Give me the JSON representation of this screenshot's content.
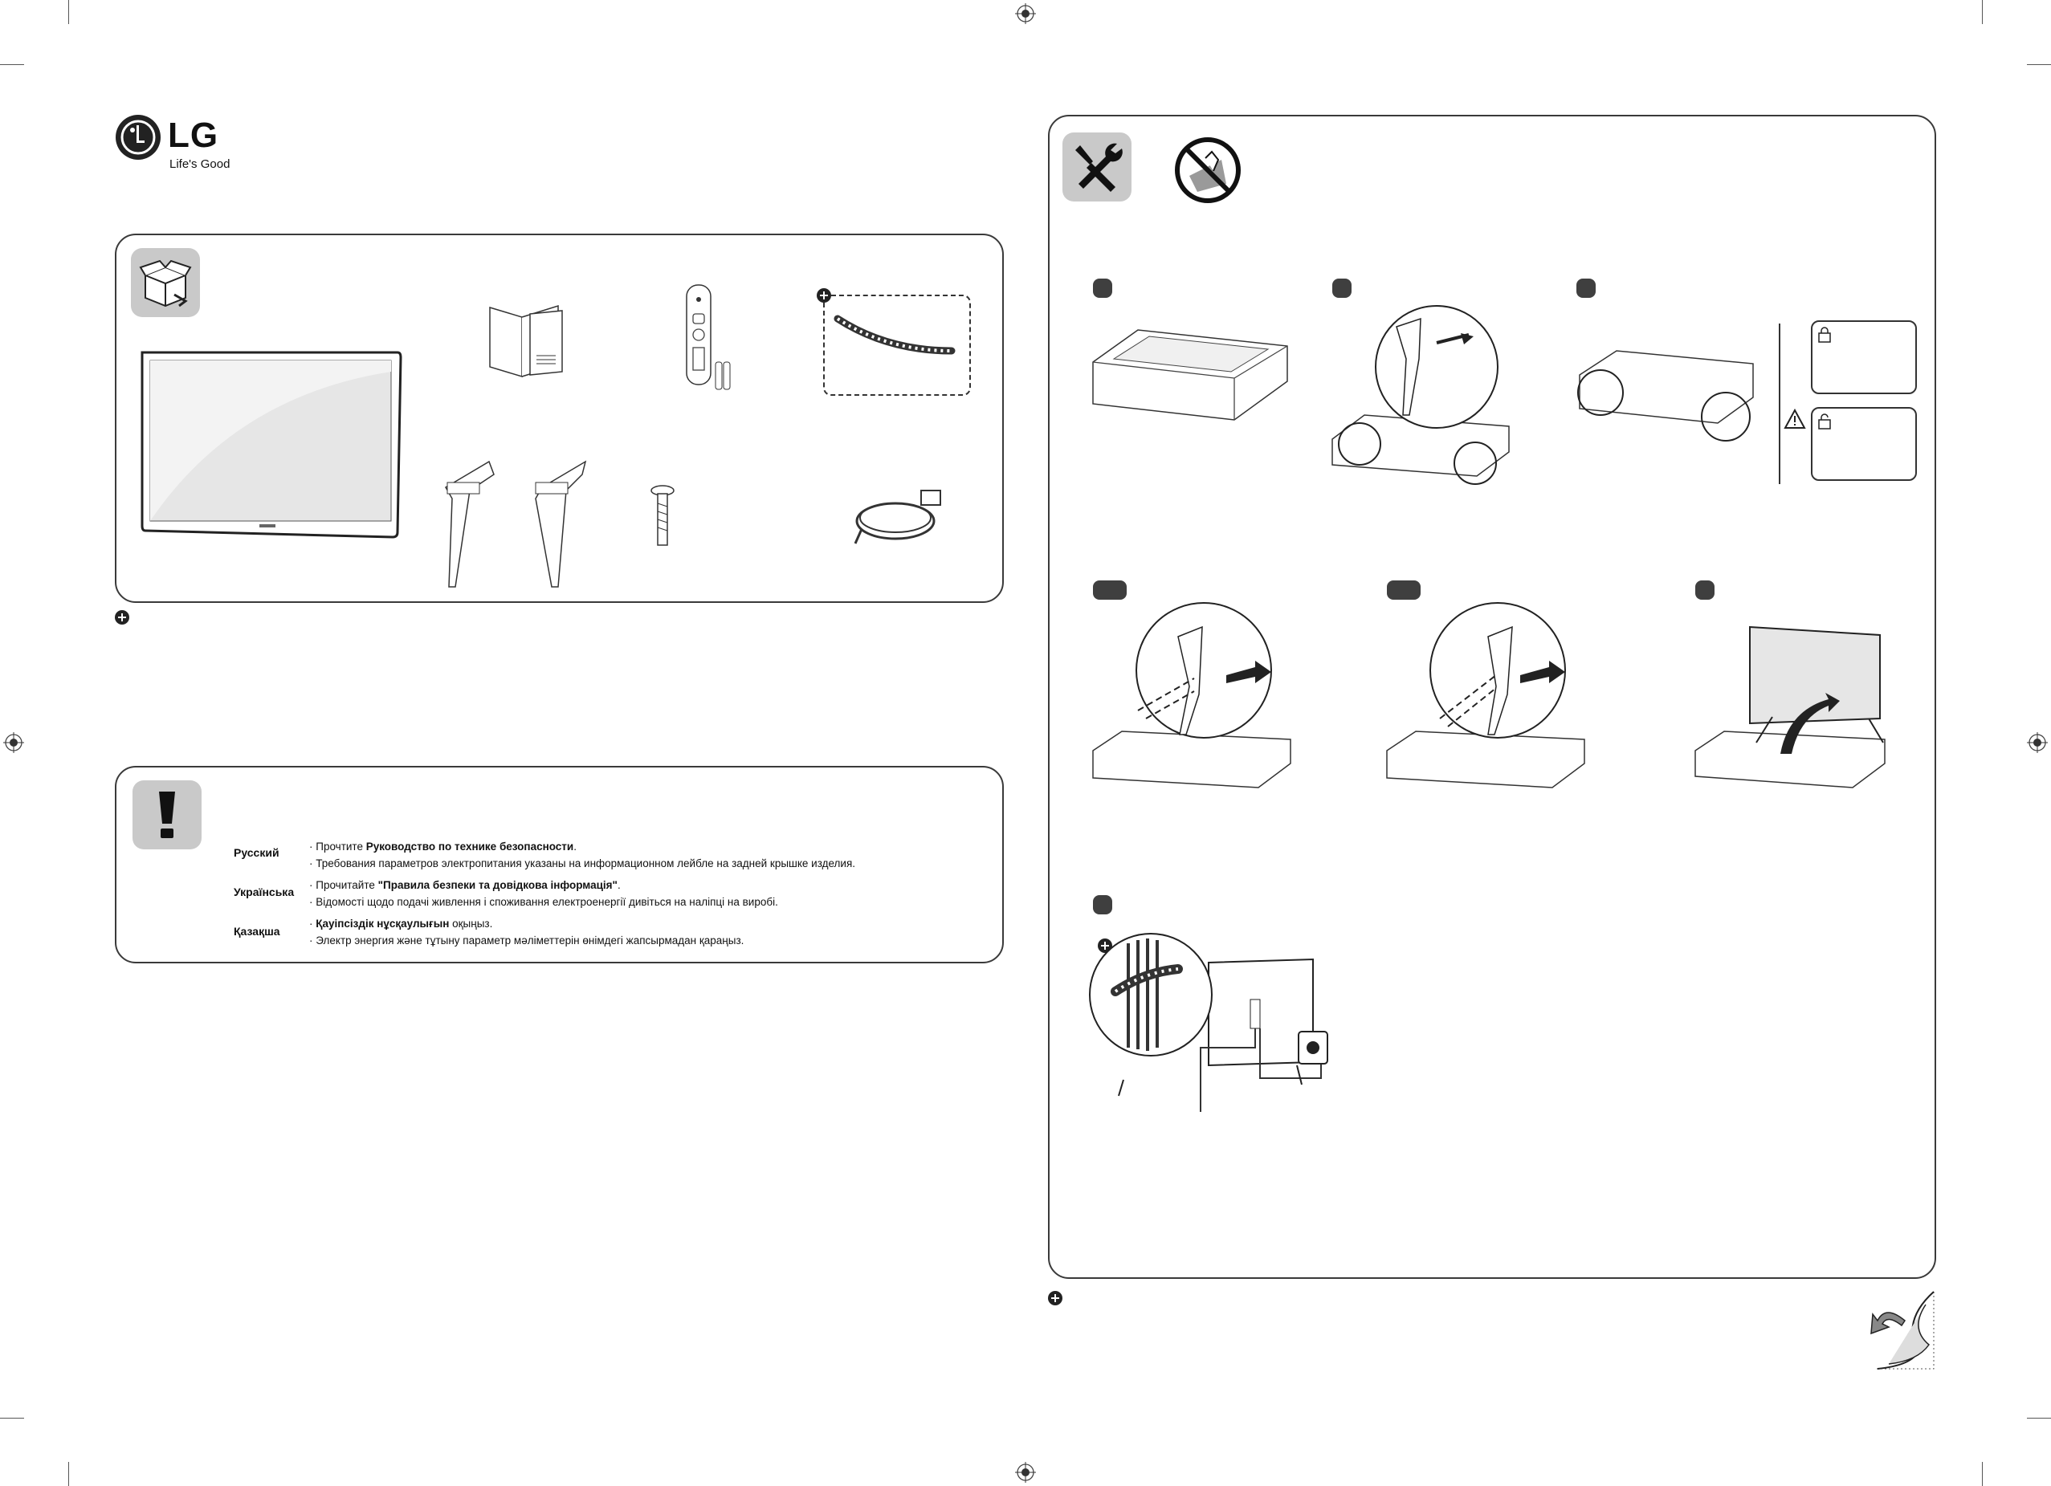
{
  "brand": {
    "logo_letters": "LG",
    "tagline": "Life's Good"
  },
  "notes": {
    "rows": [
      {
        "language": "Русский",
        "line1_prefix": "· Прочтите ",
        "line1_bold": "Руководство по технике безопасности",
        "line1_suffix": ".",
        "line2": "· Требования параметров электропитания указаны на информационном лейбле на задней крышке изделия."
      },
      {
        "language": "Українська",
        "line1_prefix": "· Прочитайте ",
        "line1_bold": "\"Правила безпеки та довідкова інформація\"",
        "line1_suffix": ".",
        "line2": "· Відомості щодо подачі живлення і споживання електроенергії дивіться на наліпці на виробі."
      },
      {
        "language": "Қазақша",
        "line1_prefix": "· ",
        "line1_bold": "Қауіпсіздік нұсқаулығын",
        "line1_suffix": " оқыңыз.",
        "line2": "· Электр энергия және тұтыну параметр мәліметтерін өнімдегі жапсырмадан қараңыз."
      }
    ]
  },
  "icons": {
    "package_icon": "box-open-icon",
    "warning_icon": "exclamation-icon",
    "tools_icon": "wrench-screwdriver-icon",
    "no_hand_icon": "no-touch-screen-icon",
    "lock_icon": "lock-icon",
    "caution_icon": "caution-triangle-icon",
    "plus_icon": "plus-circle-icon",
    "page_turn_icon": "page-turn-arrow-icon"
  },
  "colors": {
    "panel_border": "#3a3a3a",
    "icon_bg": "#c9c9c9",
    "badge": "#3f3f3f"
  }
}
